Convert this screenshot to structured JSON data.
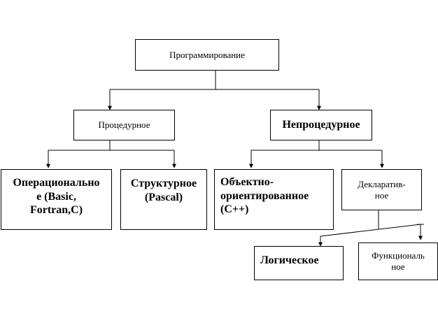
{
  "nodes": {
    "programming": {
      "label": "Программирование"
    },
    "procedural": {
      "label": "Процедурное"
    },
    "nonprocedural": {
      "label": "Непроцедурное"
    },
    "operational": {
      "label": "Операционально\nе (Basic,\nFortran,C)"
    },
    "structural": {
      "label": "Структурное\n(Pascal)"
    },
    "object_oriented": {
      "label": "Объектно-\nориентированное\n(С++)"
    },
    "declarative": {
      "label": "Декларатив-\nное"
    },
    "logical": {
      "label": "Логическое"
    },
    "functional": {
      "label": "Функциональ\nное"
    }
  },
  "colors": {
    "line": "#000000",
    "box_border": "#000000",
    "background": "#ffffff"
  }
}
